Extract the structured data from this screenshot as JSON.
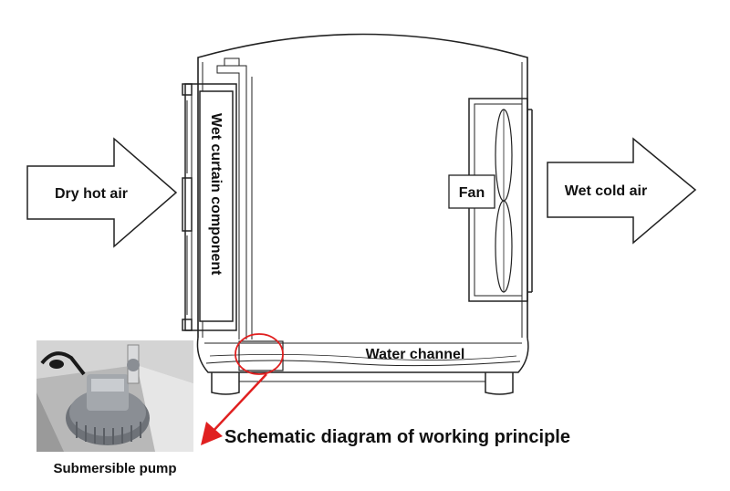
{
  "labels": {
    "dry_air": "Dry hot air",
    "curtain": "Wet curtain component",
    "fan": "Fan",
    "wet_air": "Wet cold air",
    "water_channel": "Water channel",
    "title": "Schematic diagram of working principle",
    "pump": "Submersible pump"
  },
  "colors": {
    "outline": "#222222",
    "highlight": "#e02020",
    "photo_bg": "#b8b8b8",
    "pump_body": "#8a8e94"
  }
}
